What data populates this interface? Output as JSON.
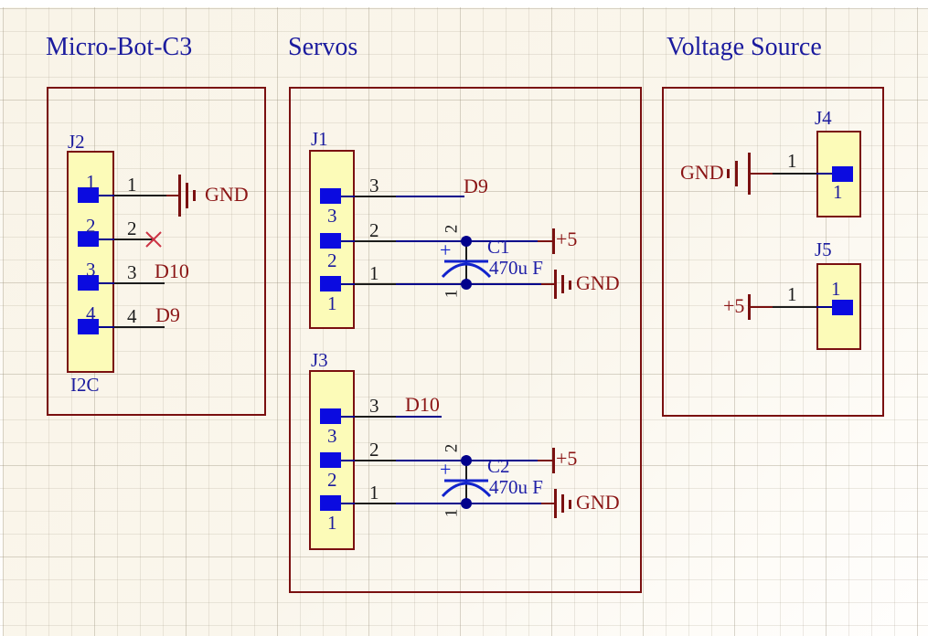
{
  "titles": {
    "left": "Micro-Bot-C3",
    "middle": "Servos",
    "right": "Voltage Source"
  },
  "connectors": {
    "j2": {
      "ref": "J2",
      "sub": "I2C",
      "pins": [
        {
          "name": "1",
          "num": "1"
        },
        {
          "name": "2",
          "num": "2"
        },
        {
          "name": "3",
          "num": "3"
        },
        {
          "name": "4",
          "num": "4"
        }
      ]
    },
    "j1": {
      "ref": "J1",
      "pins": [
        {
          "name": "3",
          "num": "3"
        },
        {
          "name": "2",
          "num": "2"
        },
        {
          "name": "1",
          "num": "1"
        }
      ]
    },
    "j3": {
      "ref": "J3",
      "pins": [
        {
          "name": "3",
          "num": "3"
        },
        {
          "name": "2",
          "num": "2"
        },
        {
          "name": "1",
          "num": "1"
        }
      ]
    },
    "j4": {
      "ref": "J4",
      "pin": {
        "name": "1",
        "num": "1"
      }
    },
    "j5": {
      "ref": "J5",
      "pin": {
        "name": "1",
        "num": "1"
      }
    }
  },
  "nets": {
    "gnd": "GND",
    "plus5": "+5",
    "d9": "D9",
    "d10": "D10"
  },
  "capacitors": {
    "c1": {
      "ref": "C1",
      "value": "470u F",
      "polarity": "+",
      "pin_top": "2",
      "pin_bottom": "1"
    },
    "c2": {
      "ref": "C2",
      "value": "470u F",
      "polarity": "+",
      "pin_top": "2",
      "pin_bottom": "1"
    }
  },
  "colors": {
    "background": "#FAF5EB",
    "box_border": "#7A1010",
    "net_label": "#8B1515",
    "wire": "#00008B",
    "pin_line": "#1C1C1C",
    "pad": "#0B0BE0",
    "connector_fill": "#FCFBB8",
    "annotation_blue": "#1B1B9E",
    "capacitor_symbol": "#1122CC",
    "no_connect": "#CC3344"
  }
}
